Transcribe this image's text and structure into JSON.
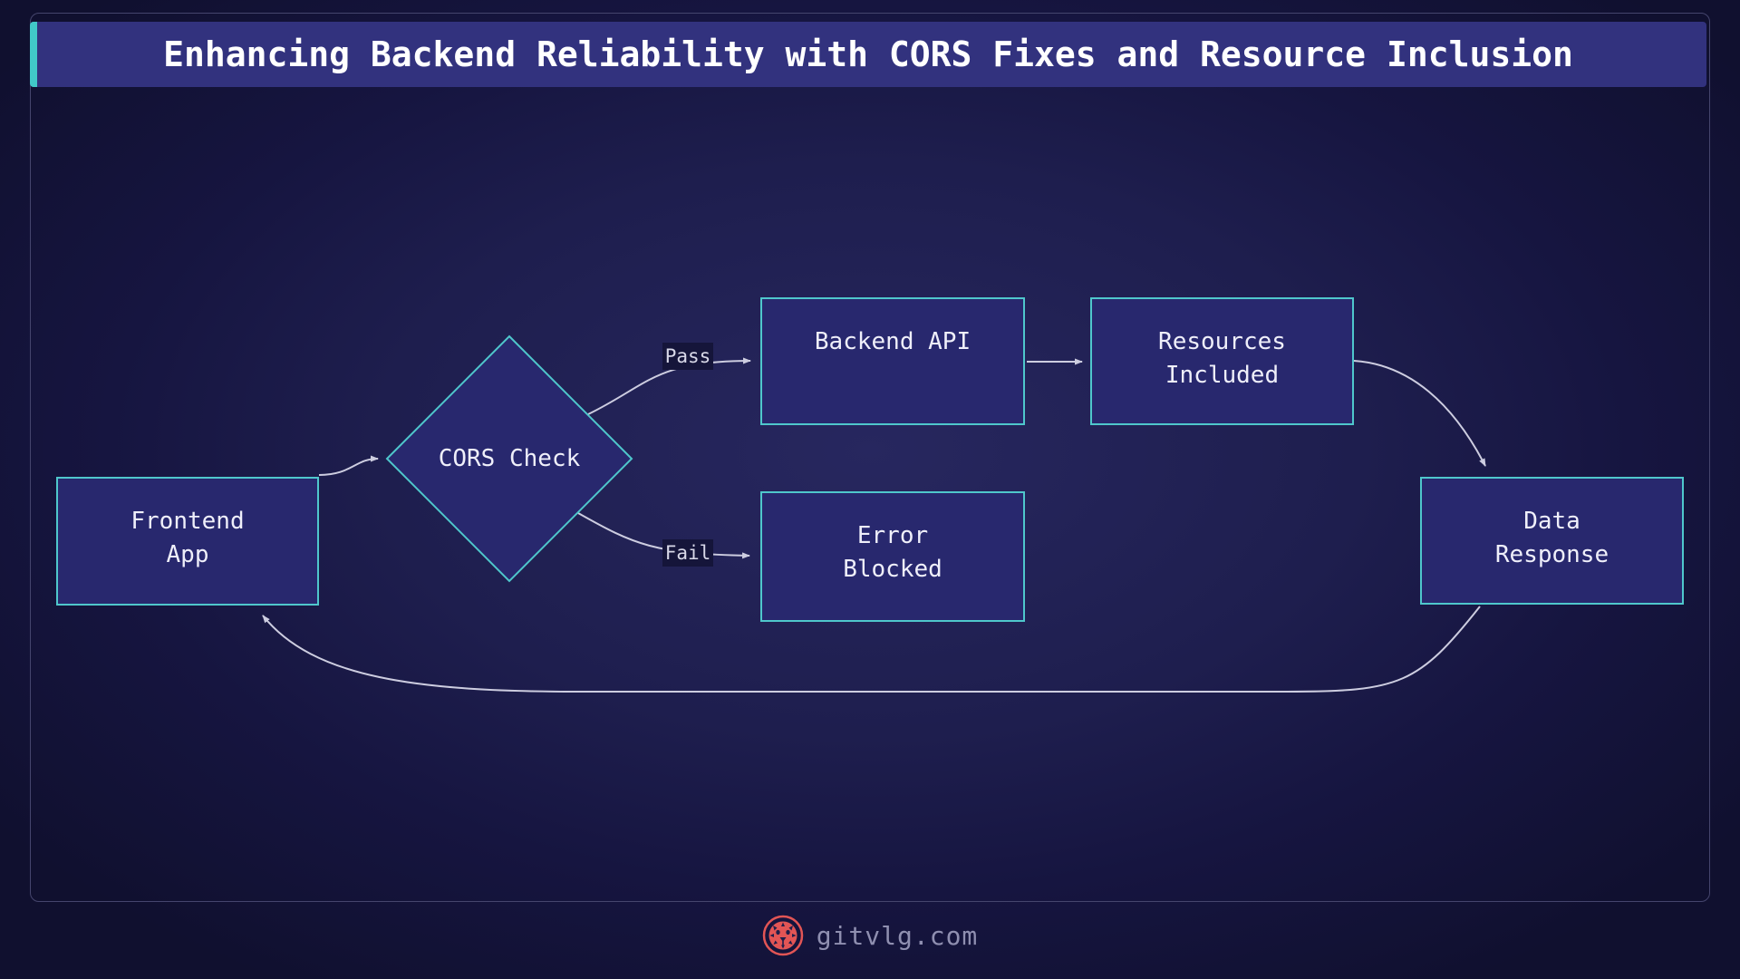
{
  "title": "Enhancing Backend Reliability with CORS Fixes and Resource Inclusion",
  "diagram": {
    "nodes": {
      "frontend": {
        "lines": [
          "Frontend",
          "App"
        ]
      },
      "cors_check": {
        "lines": [
          "CORS Check"
        ]
      },
      "backend_api": {
        "lines": [
          "Backend API"
        ]
      },
      "resources": {
        "lines": [
          "Resources",
          "Included"
        ]
      },
      "error_blocked": {
        "lines": [
          "Error",
          "Blocked"
        ]
      },
      "data_response": {
        "lines": [
          "Data",
          "Response"
        ]
      }
    },
    "edge_labels": {
      "pass": "Pass",
      "fail": "Fail"
    }
  },
  "footer": {
    "site": "gitvlg.com",
    "logo_icon": "lion-icon"
  },
  "colors": {
    "accent_teal": "#41c8c8",
    "titlebar_bg": "#32327e",
    "node_fill": "#28286e",
    "node_border": "#4fc7cc",
    "edge_stroke": "#cdcde0",
    "edge_label_bg": "#15153a",
    "logo_red": "#e25555",
    "background": "#1e1e4e"
  }
}
